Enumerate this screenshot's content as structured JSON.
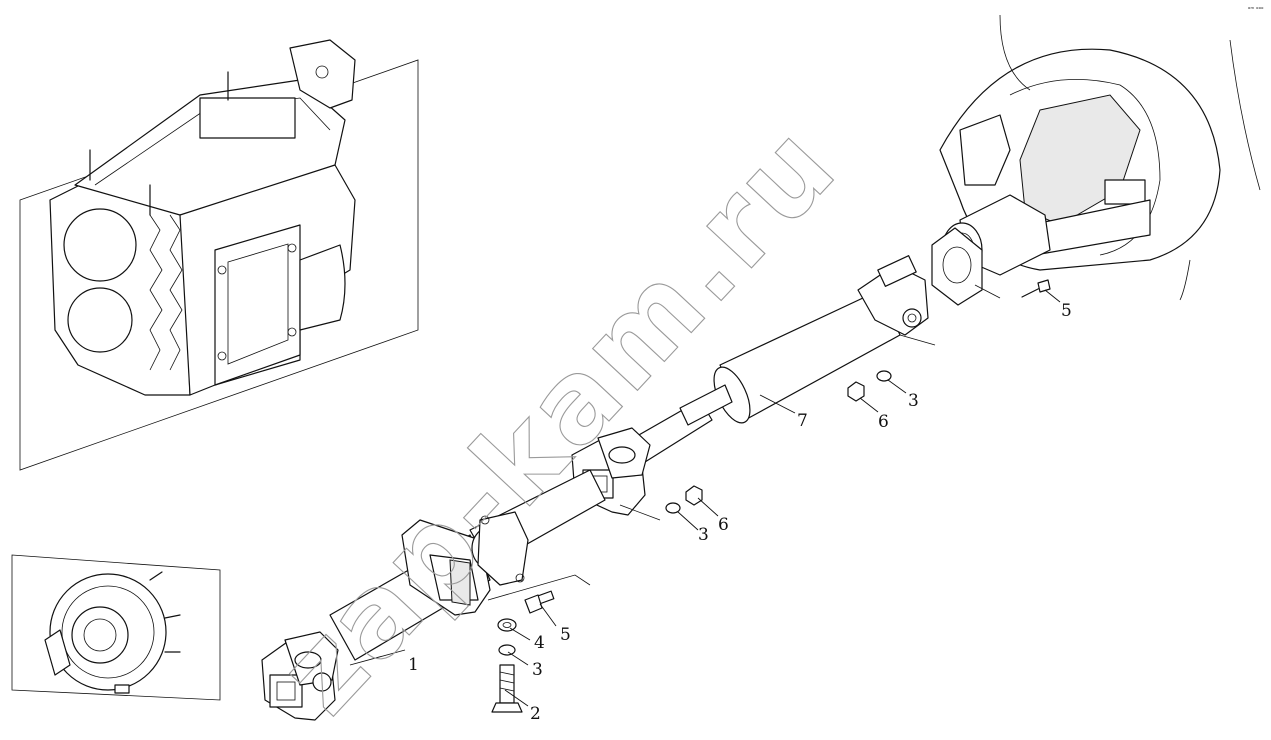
{
  "diagram": {
    "corner_mark": "ᵒᵐ ᵒᵒᵒ",
    "watermark": "zap-kam.ru",
    "callouts": {
      "c1": "1",
      "c2": "2",
      "c3a": "3",
      "c3b": "3",
      "c3c": "3",
      "c4": "4",
      "c5a": "5",
      "c5b": "5",
      "c6a": "6",
      "c6b": "6",
      "c7": "7"
    }
  }
}
